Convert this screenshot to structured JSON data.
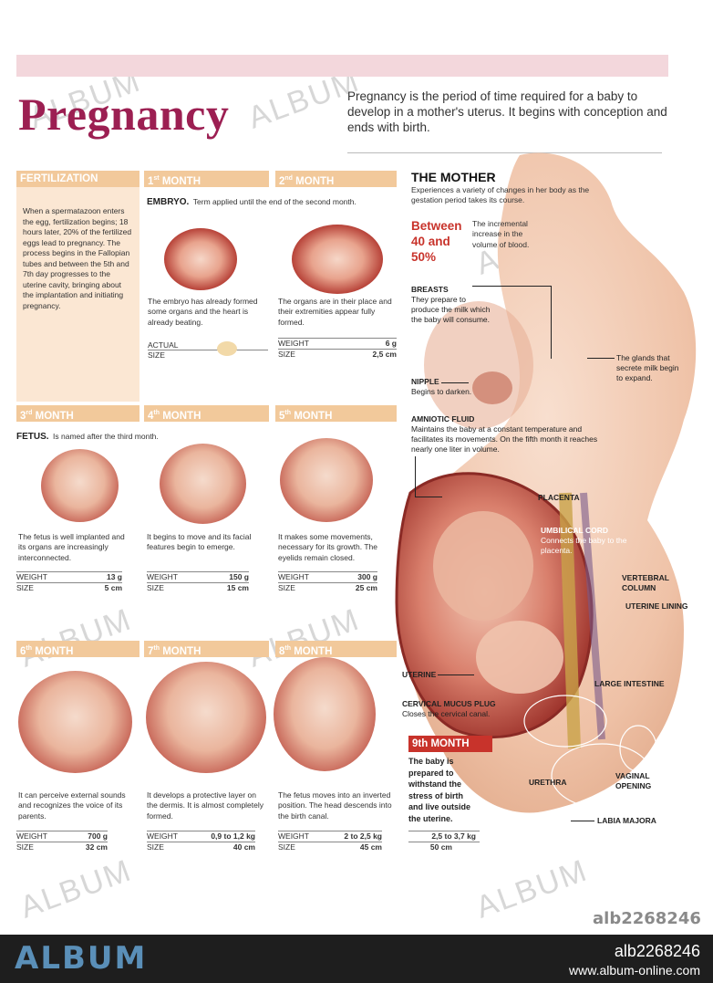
{
  "title": "Pregnancy",
  "intro": "Pregnancy is the period of time required for a baby to develop in a mother's uterus. It begins with conception and ends with birth.",
  "sections": {
    "fertilization": {
      "label": "FERTILIZATION",
      "text": "When a spermatazoon enters the egg, fertilization begins; 18 hours later, 20% of the fertilized eggs lead to pregnancy. The process begins in the Fallopian tubes and between the 5th and 7th day progresses to the uterine cavity, bringing about the implantation and initiating pregnancy."
    },
    "embryo_heading": "EMBRYO.",
    "embryo_def": "Term applied until the end of the second month.",
    "fetus_heading": "FETUS.",
    "fetus_def": "Is named after the third month.",
    "weight_label": "WEIGHT",
    "size_label": "SIZE",
    "actual_label": "ACTUAL",
    "months": [
      {
        "num": "1",
        "sup": "st",
        "label": "MONTH",
        "text": "The embryo has already formed some organs and the heart is already beating."
      },
      {
        "num": "2",
        "sup": "nd",
        "label": "MONTH",
        "text": "The organs are in their place and their extremities appear fully formed.",
        "weight": "6 g",
        "size": "2,5 cm"
      },
      {
        "num": "3",
        "sup": "rd",
        "label": "MONTH",
        "text": "The fetus is well implanted and its organs are increasingly interconnected.",
        "weight": "13 g",
        "size": "5 cm"
      },
      {
        "num": "4",
        "sup": "th",
        "label": "MONTH",
        "text": "It begins to move and its facial features begin to emerge.",
        "weight": "150 g",
        "size": "15 cm"
      },
      {
        "num": "5",
        "sup": "th",
        "label": "MONTH",
        "text": "It makes some movements, necessary for its growth. The eyelids remain closed.",
        "weight": "300 g",
        "size": "25 cm"
      },
      {
        "num": "6",
        "sup": "th",
        "label": "MONTH",
        "text": "It can perceive external sounds and recognizes the voice of its parents.",
        "weight": "700 g",
        "size": "32 cm"
      },
      {
        "num": "7",
        "sup": "th",
        "label": "MONTH",
        "text": "It develops a protective layer on the dermis. It is almost completely formed.",
        "weight": "0,9 to 1,2 kg",
        "size": "40 cm"
      },
      {
        "num": "8",
        "sup": "th",
        "label": "MONTH",
        "text": "The fetus moves into an inverted position. The head descends into the birth canal.",
        "weight": "2 to 2,5 kg",
        "size": "45 cm"
      }
    ]
  },
  "mother": {
    "heading": "THE MOTHER",
    "desc": "Experiences a variety of changes in her body as the gestation period takes its course.",
    "stat": "Between 40 and 50%",
    "stat_desc": "The incremental increase in the volume of blood.",
    "breasts_title": "BREASTS",
    "breasts_text": "They prepare to produce the milk which the baby will consume.",
    "glands_text": "The glands that secrete milk begin to expand.",
    "nipple_title": "NIPPLE",
    "nipple_text": "Begins to darken.",
    "amniotic_title": "AMNIOTIC FLUID",
    "amniotic_text": "Maintains the baby at a constant temperature and facilitates its movements. On the fifth month it reaches nearly one liter in volume.",
    "placenta": "PLACENTA",
    "umbilical_title": "UMBILICAL CORD",
    "umbilical_text": "Connects the baby to the placenta.",
    "vertebral": "VERTEBRAL COLUMN",
    "uterine_lining": "UTERINE LINING",
    "uterine": "UTERINE",
    "large_intestine": "LARGE INTESTINE",
    "mucus_title": "CERVICAL MUCUS PLUG",
    "mucus_text": "Closes the cervical canal.",
    "urethra": "URETHRA",
    "vaginal": "VAGINAL OPENING",
    "labia": "LABIA MAJORA"
  },
  "ninth": {
    "label": "9th MONTH",
    "text": "The baby is prepared to withstand the stress of birth and live outside the uterine.",
    "weight": "2,5 to 3,7 kg",
    "size": "50 cm"
  },
  "footer": {
    "brand": "ALBUM",
    "code": "alb2268246",
    "code_box": "alb2268246",
    "url": "www.album-online.com"
  },
  "watermark": "ALBUM"
}
